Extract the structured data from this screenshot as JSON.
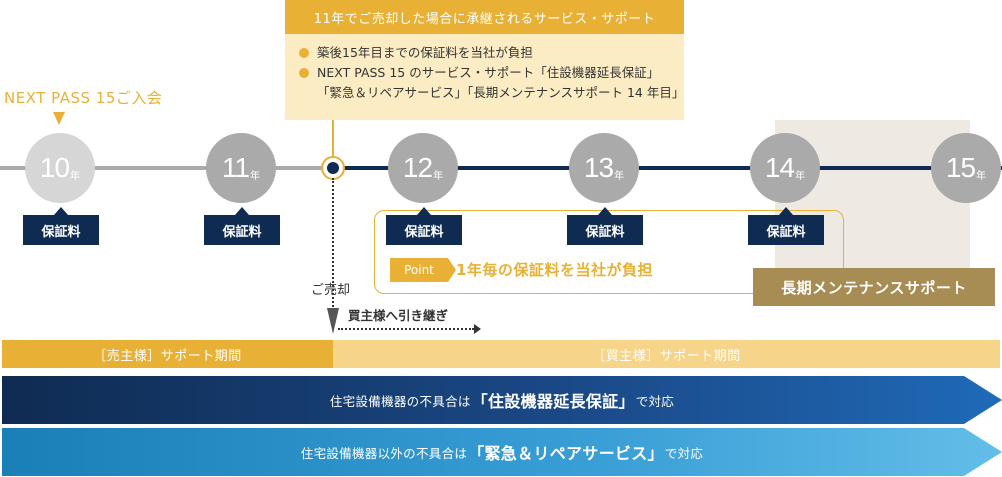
{
  "callout": {
    "title": "11年でご売却した場合に承継されるサービス・サポート",
    "line1": "築後15年目までの保証料を当社が負担",
    "line2a": "NEXT PASS 15 のサービス・サポート「住設機器延長保証」",
    "line2b": "「緊急＆リペアサービス」「長期メンテナンスサポート 14 年目」"
  },
  "join_label": "NEXT PASS 15ご入会",
  "years": [
    {
      "num": "10",
      "unit": "年"
    },
    {
      "num": "11",
      "unit": "年"
    },
    {
      "num": "12",
      "unit": "年"
    },
    {
      "num": "13",
      "unit": "年"
    },
    {
      "num": "14",
      "unit": "年"
    },
    {
      "num": "15",
      "unit": "年"
    }
  ],
  "fee_label": "保証料",
  "point": {
    "badge": "Point",
    "text": "1年毎の保証料を当社が負担"
  },
  "maintenance_label": "長期メンテナンスサポート",
  "sale_label": "ご売却",
  "handover_label": "買主様へ引き継ぎ",
  "periods": {
    "seller": "［売主様］サポート期間",
    "buyer": "［買主様］サポート期間"
  },
  "band1": {
    "pre": "住宅設備機器の不具合は",
    "big": "「住設機器延長保証」",
    "post": "で対応"
  },
  "band2": {
    "pre": "住宅設備機器以外の不具合は",
    "big": "「緊急＆リペアサービス」",
    "post": "で対応"
  },
  "colors": {
    "gold": "#e8b136",
    "navy": "#0f2b52",
    "grey": "#aaaaaa",
    "maintenance": "#a78c53",
    "light_gold": "#f6d48a"
  }
}
